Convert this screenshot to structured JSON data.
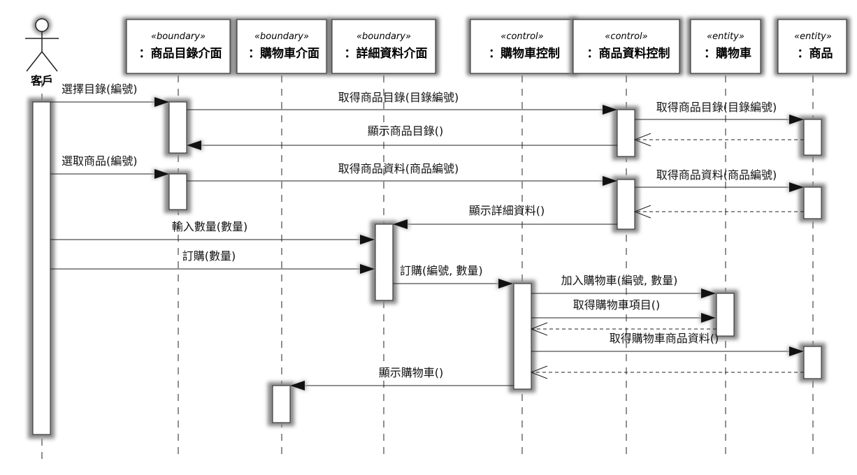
{
  "actor": {
    "name": "客戶"
  },
  "participants": [
    {
      "stereotype": "«boundary»",
      "name": "：商品目錄介面"
    },
    {
      "stereotype": "«boundary»",
      "name": "：購物車介面"
    },
    {
      "stereotype": "«boundary»",
      "name": "：詳細資料介面"
    },
    {
      "stereotype": "«control»",
      "name": "：購物車控制"
    },
    {
      "stereotype": "«control»",
      "name": "：商品資料控制"
    },
    {
      "stereotype": "«entity»",
      "name": "：購物車"
    },
    {
      "stereotype": "«entity»",
      "name": "：商品"
    }
  ],
  "messages": [
    {
      "from": "客戶",
      "to": "：商品目錄介面",
      "label": "選擇目錄(編號)",
      "kind": "call"
    },
    {
      "from": "：商品目錄介面",
      "to": "：商品資料控制",
      "label": "取得商品目錄(目錄編號)",
      "kind": "call"
    },
    {
      "from": "：商品資料控制",
      "to": "：商品",
      "label": "取得商品目錄(目錄編號)",
      "kind": "call"
    },
    {
      "from": "：商品",
      "to": "：商品資料控制",
      "label": "",
      "kind": "return"
    },
    {
      "from": "：商品資料控制",
      "to": "：商品目錄介面",
      "label": "顯示商品目錄()",
      "kind": "call"
    },
    {
      "from": "客戶",
      "to": "：商品目錄介面",
      "label": "選取商品(編號)",
      "kind": "call"
    },
    {
      "from": "：商品目錄介面",
      "to": "：商品資料控制",
      "label": "取得商品資料(商品編號)",
      "kind": "call"
    },
    {
      "from": "：商品資料控制",
      "to": "：商品",
      "label": "取得商品資料(商品編號)",
      "kind": "call"
    },
    {
      "from": "：商品",
      "to": "：商品資料控制",
      "label": "",
      "kind": "return"
    },
    {
      "from": "：商品資料控制",
      "to": "：詳細資料介面",
      "label": "顯示詳細資料()",
      "kind": "call"
    },
    {
      "from": "客戶",
      "to": "：詳細資料介面",
      "label": "輸入數量(數量)",
      "kind": "call"
    },
    {
      "from": "客戶",
      "to": "：詳細資料介面",
      "label": "訂購(數量)",
      "kind": "call"
    },
    {
      "from": "：詳細資料介面",
      "to": "：購物車控制",
      "label": "訂購(編號, 數量)",
      "kind": "call"
    },
    {
      "from": "：購物車控制",
      "to": "：購物車",
      "label": "加入購物車(編號, 數量)",
      "kind": "call"
    },
    {
      "from": "：購物車控制",
      "to": "：購物車",
      "label": "取得購物車項目()",
      "kind": "call"
    },
    {
      "from": "：購物車",
      "to": "：購物車控制",
      "label": "",
      "kind": "return"
    },
    {
      "from": "：購物車控制",
      "to": "：商品",
      "label": "取得購物車商品資料()",
      "kind": "call"
    },
    {
      "from": "：商品",
      "to": "：購物車控制",
      "label": "",
      "kind": "return"
    },
    {
      "from": "：購物車控制",
      "to": "：購物車介面",
      "label": "顯示購物車()",
      "kind": "call"
    }
  ]
}
